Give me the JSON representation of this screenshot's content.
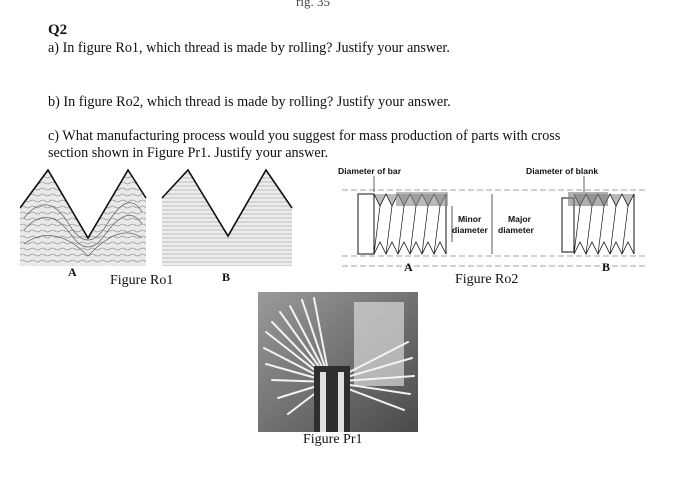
{
  "header_fragment": "rig. 35",
  "question": {
    "number": "Q2",
    "part_a": "a) In figure Ro1, which thread is made by rolling? Justify your answer.",
    "part_b": "b) In figure Ro2, which thread is made by rolling? Justify your answer.",
    "part_c_line1": "c) What manufacturing process would you suggest for mass production of parts with cross",
    "part_c_line2": "section shown in Figure Pr1. Justify your answer."
  },
  "figure_ro1": {
    "caption": "Figure Ro1",
    "label_a": "A",
    "label_b": "B"
  },
  "figure_ro2": {
    "caption": "Figure Ro2",
    "label_a": "A",
    "label_b": "B",
    "diameter_of_bar": "Diameter of bar",
    "diameter_of_blank": "Diameter of blank",
    "minor": "Minor",
    "diameter_1": "diameter",
    "major": "Major",
    "diameter_2": "diameter"
  },
  "figure_pr1": {
    "caption": "Figure Pr1"
  }
}
